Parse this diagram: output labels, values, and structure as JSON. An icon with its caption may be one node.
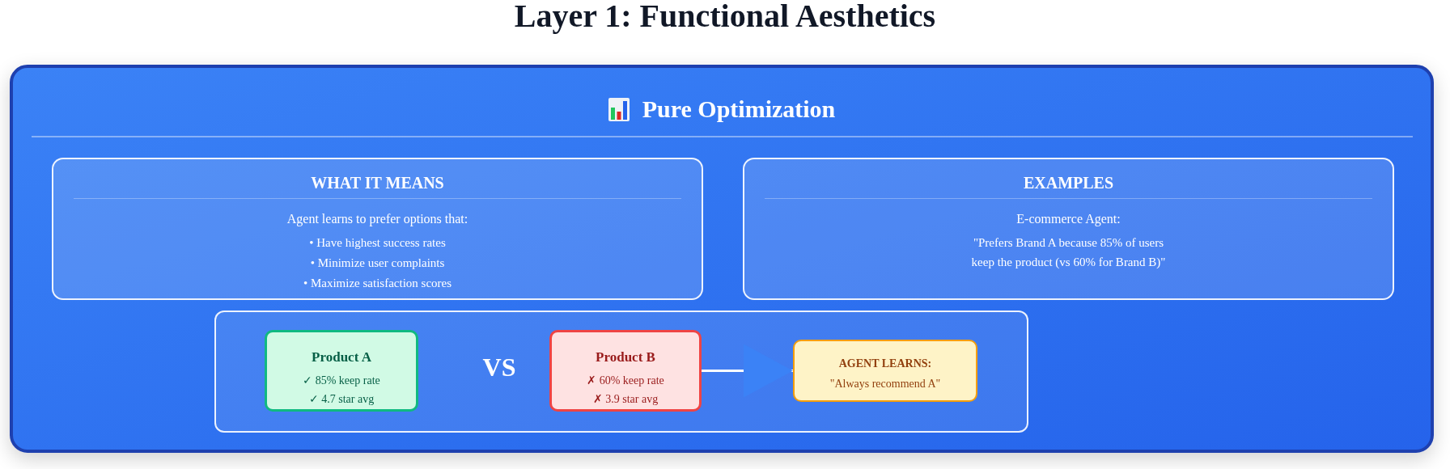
{
  "diagram": {
    "title": "Layer 1: Functional Aesthetics",
    "nodes": [
      {
        "text": [
          "Pure Optimization"
        ]
      },
      {
        "text": [
          "WHAT IT MEANS",
          "Agent learns to prefer options that:",
          "• Have highest success rates",
          "• Minimize user complaints",
          "• Maximize satisfaction scores"
        ],
        "in": 0
      },
      {
        "text": [
          "EXAMPLES",
          "E-commerce Agent:",
          "\"Prefers Brand A because 85% of users keep the product (vs 60% for Brand B)\""
        ],
        "in": 0
      },
      {
        "text": [],
        "shape": "box",
        "in": 0
      },
      {
        "text": [
          "Product A",
          "✓ 85% keep rate",
          "✓ 4.7 star avg"
        ],
        "in": 3
      },
      {
        "text": [
          "Product B",
          "✗ 60% keep rate",
          "✗ 3.9 star avg"
        ],
        "in": 3
      },
      {
        "text": [
          "AGENT LEARNS:",
          "\"Always recommend A\""
        ],
        "in": 3
      }
    ],
    "edges": [
      {
        "from": 5,
        "to": 6,
        "arrow": "to"
      }
    ],
    "labels": [
      "VS"
    ]
  }
}
